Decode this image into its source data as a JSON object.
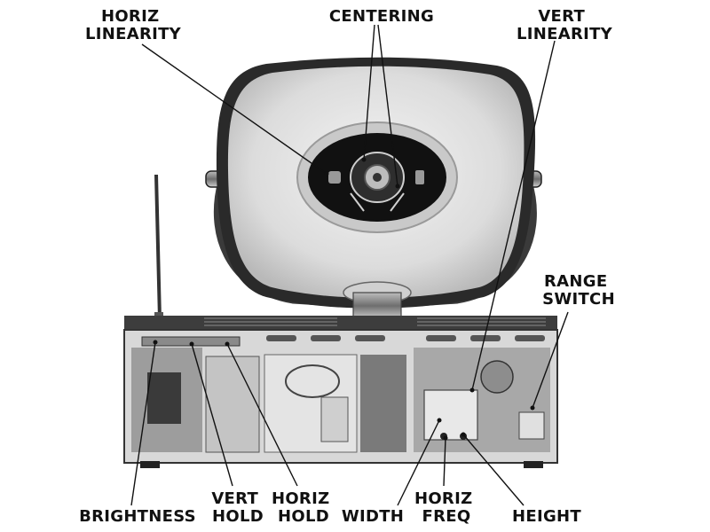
{
  "labels": {
    "horiz_linearity": [
      "HORIZ",
      "LINEARITY"
    ],
    "centering": [
      "CENTERING"
    ],
    "vert_linearity": [
      "VERT",
      "LINEARITY"
    ],
    "range_switch": [
      "RANGE",
      "SWITCH"
    ],
    "brightness": [
      "BRIGHTNESS"
    ],
    "vert_hold": [
      "VERT",
      "HOLD"
    ],
    "horiz_hold": [
      "HORIZ",
      "HOLD"
    ],
    "width": [
      "WIDTH"
    ],
    "horiz_freq": [
      "HORIZ",
      "FREQ"
    ],
    "height": [
      "HEIGHT"
    ]
  },
  "colors": {
    "ink": "#111111",
    "cabinet": "#2a2a2a",
    "screen_face": "#e6e6e6",
    "chassis": "#d8d8d8",
    "paper": "#ffffff"
  }
}
